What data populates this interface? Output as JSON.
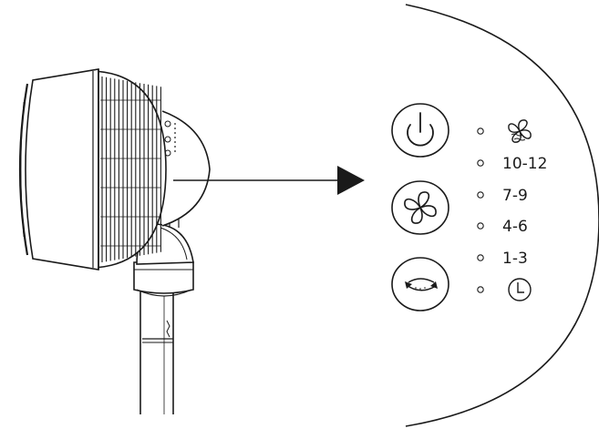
{
  "panel": {
    "buttons": [
      {
        "name": "power-button",
        "icon": "power-icon"
      },
      {
        "name": "speed-button",
        "icon": "fan-icon"
      },
      {
        "name": "oscillation-button",
        "icon": "oscillation-icon"
      }
    ],
    "indicators": [
      {
        "label": "",
        "icon": "breeze-mode-icon"
      },
      {
        "label": "10-12",
        "icon": ""
      },
      {
        "label": "7-9",
        "icon": ""
      },
      {
        "label": "4-6",
        "icon": ""
      },
      {
        "label": "1-3",
        "icon": ""
      },
      {
        "label": "",
        "icon": "timer-icon"
      }
    ]
  },
  "colors": {
    "line": "#1a1a1a",
    "background": "#ffffff"
  }
}
